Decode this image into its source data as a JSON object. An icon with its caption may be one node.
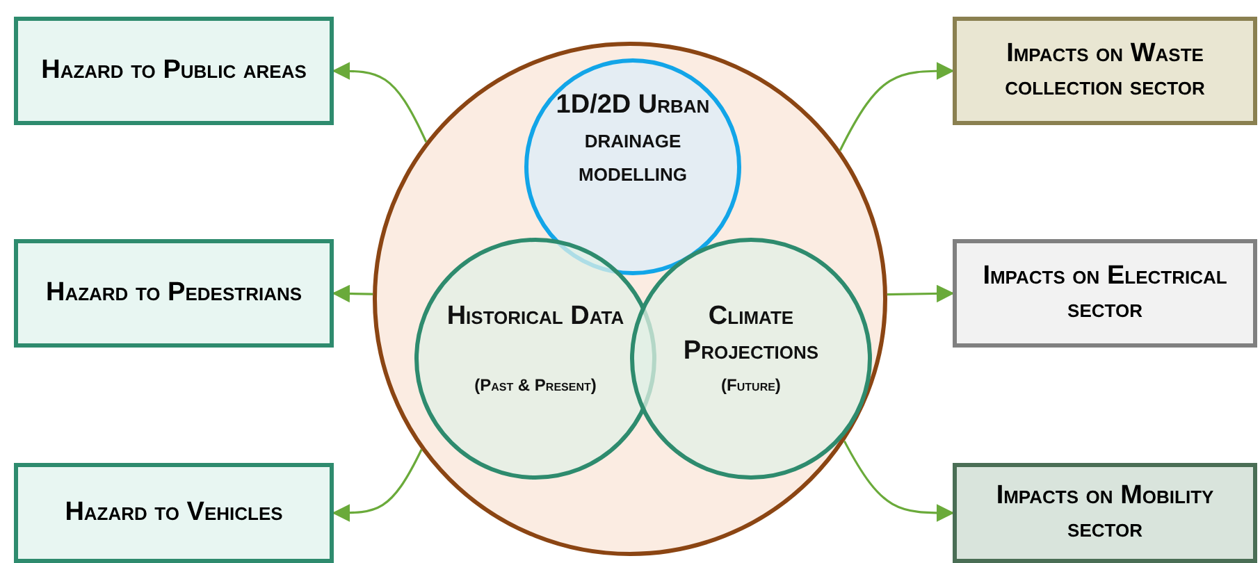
{
  "diagram": {
    "nodes": [
      {
        "text": [],
        "shape": "circle"
      },
      {
        "text": [
          "1D/2D Urban drainage modelling"
        ],
        "in": 0
      },
      {
        "text": [
          "Historical Data",
          "(Past & Present)"
        ],
        "in": 0
      },
      {
        "text": [
          "Climate Projections",
          "(Future)"
        ],
        "in": 0
      },
      {
        "text": [
          "Hazard to Public areas"
        ]
      },
      {
        "text": [
          "Hazard to Pedestrians"
        ]
      },
      {
        "text": [
          "Hazard to Vehicles"
        ]
      },
      {
        "text": [
          "Impacts on Waste collection sector"
        ]
      },
      {
        "text": [
          "Impacts on Electrical sector"
        ]
      },
      {
        "text": [
          "Impacts on Mobility sector"
        ]
      }
    ],
    "edges": [
      {
        "from": 0,
        "to": 4,
        "arrow": "to"
      },
      {
        "from": 0,
        "to": 5,
        "arrow": "to"
      },
      {
        "from": 0,
        "to": 6,
        "arrow": "to"
      },
      {
        "from": 0,
        "to": 7,
        "arrow": "to"
      },
      {
        "from": 0,
        "to": 8,
        "arrow": "to"
      },
      {
        "from": 0,
        "to": 9,
        "arrow": "to"
      }
    ]
  }
}
